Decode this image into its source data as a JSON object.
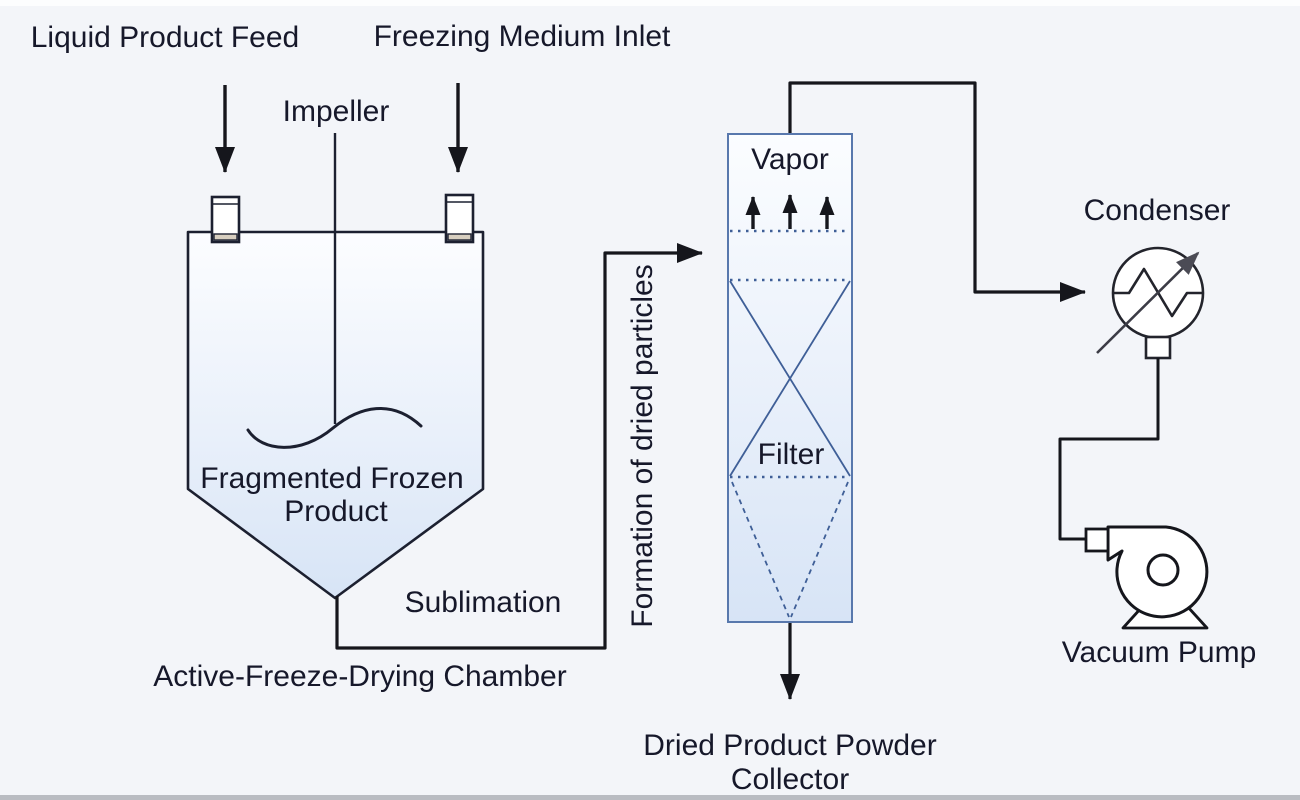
{
  "diagram": {
    "components": {
      "inlets": {
        "liquid_product_feed": "Liquid Product Feed",
        "freezing_medium_inlet": "Freezing Medium Inlet"
      },
      "chamber": {
        "label": "Active-Freeze-Drying Chamber",
        "impeller_label": "Impeller",
        "contents_line1": "Fragmented Frozen",
        "contents_line2": "Product",
        "outlet_label": "Sublimation"
      },
      "transfer_line": {
        "label": "Formation of dried particles"
      },
      "filter_column": {
        "top_label": "Vapor",
        "middle_label": "Filter",
        "bottom_outlet_line1": "Dried Product Powder",
        "bottom_outlet_line2": "Collector"
      },
      "condenser": {
        "label": "Condenser"
      },
      "vacuum_pump": {
        "label": "Vacuum Pump"
      }
    },
    "colors": {
      "background": "#f3f5f9",
      "vessel_outline": "#1c2030",
      "pipe_black": "#15161c",
      "vessel_fill_top": "#fcfdff",
      "vessel_fill_bottom": "#d7e4f6",
      "column_border_blue": "#5878ad",
      "filter_line_blue": "#3f5f97",
      "text": "#16182a",
      "nozzle_flange_beige": "#d8cfc0",
      "condenser_arrow_gray": "#4b4b55"
    }
  }
}
